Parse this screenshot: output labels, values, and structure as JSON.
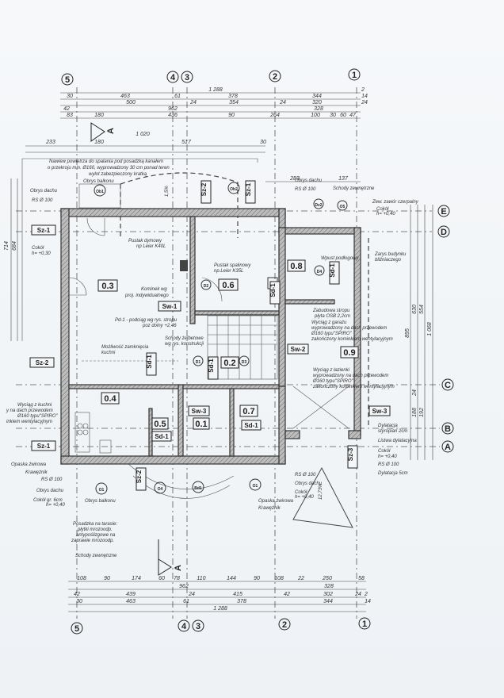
{
  "axes": {
    "a5": "5",
    "a4": "4",
    "a3": "3",
    "a2": "2",
    "a1": "1",
    "aE": "E",
    "aD": "D",
    "aC": "C",
    "aB": "B",
    "aA": "A"
  },
  "section_marker": "A",
  "dims_top": {
    "r1": [
      "1 288",
      "2"
    ],
    "r2": [
      "30",
      "463",
      "61",
      "378",
      "344",
      "14"
    ],
    "r3": [
      "500",
      "24",
      "354",
      "24",
      "320",
      "24"
    ],
    "r4": [
      "42",
      "962",
      "328"
    ],
    "r5": [
      "83",
      "180",
      "436",
      "90",
      "264",
      "100",
      "30",
      "60",
      "47"
    ],
    "r6": [
      "1 020"
    ],
    "r7": [
      "233",
      "180",
      "517",
      "30"
    ],
    "r8": [
      "283",
      "137"
    ]
  },
  "dims_bottom": {
    "b1": [
      "108",
      "90",
      "174",
      "60",
      "78",
      "110",
      "144",
      "90",
      "108",
      "22",
      "250",
      "58"
    ],
    "b2": [
      "962",
      "328"
    ],
    "b3": [
      "42",
      "439",
      "24",
      "415",
      "42",
      "302",
      "24",
      "2"
    ],
    "b4": [
      "30",
      "463",
      "61",
      "378",
      "344",
      "14"
    ],
    "b5": [
      "1 288"
    ]
  },
  "dims_side": {
    "left": [
      "714",
      "684"
    ],
    "right": [
      "895",
      "630",
      "554",
      "1 068",
      "188",
      "192",
      "24"
    ]
  },
  "rooms": [
    "0.3",
    "0.6",
    "0.8",
    "0.2",
    "0.9",
    "0.4",
    "0.5",
    "0.1",
    "0.7"
  ],
  "tags": {
    "sw1": "Sw-1",
    "sw2": "Sw-2",
    "sw3a": "Sw-3",
    "sw3b": "Sw-3",
    "sd1a": "Sd-1",
    "sd1b": "Sd-1",
    "sd1c": "Sd-1",
    "sd1d": "Sd-1",
    "sd1e": "Sd-1",
    "sd1f": "Sd-1",
    "sz1a": "Sz-1",
    "sz2a": "Sz-2",
    "sz1b": "Sz-1",
    "sz2b": "Sz-2",
    "sz2c": "Sz-2",
    "sz1c": "Sz-1",
    "sz3": "Sz-3",
    "ob1": "Ob1",
    "ob2": "Ob2",
    "d1": "D1",
    "d2": "D2",
    "d3": "D3",
    "d4": "D4",
    "o1a": "O1",
    "o1b": "O1",
    "o4": "O4",
    "o5": "O5",
    "bd1": "Bd1",
    "dz2": "Dz2"
  },
  "notes": {
    "n1": "Nawiew powietrza do spalania pod posadzką kanałem",
    "n2": "o przekroju min. Ø160, wyprowadzony 30 cm ponad teren",
    "n3": "wylot zabezpieczony kratką",
    "obrys_balkonu": "Obrys balkonu",
    "obrys_dachu_l": "Obrys dachu",
    "rs_l": "RS Ø 100",
    "obrys_dachu_r": "Obrys dachu",
    "rs_r": "RS Ø 100",
    "schody_zew_top": "Schody zewnętrzne",
    "zawor": "Zew. zawór czerpalny",
    "cokol_r1": "Cokół",
    "cokol_r1h": "h= +0,40",
    "cokol_l": "Cokół",
    "cokol_lh": "h= +0,30",
    "pustak_dym": "Pustak dymowy",
    "pustak_dym2": "np Leier K40L",
    "pustak_spal": "Pustak spalinowy",
    "pustak_spal2": "np.Leier K35L",
    "kominek": "Kominek wg",
    "kominek2": "proj. indywidualnego",
    "pd1": "Pd-1 - podciąg wg rys. stropu",
    "pd1b": "poz dolny +2,46",
    "schody_zel": "Schody żelbetowe",
    "schody_zel2": "wg rys. konstrukcji",
    "mozliwosc": "Możliwość zamknięcia",
    "kuchni": "kuchni",
    "wpust": "Wpust podłogowy",
    "zarys": "Zarys budynku",
    "zarys2": "bliźniaczego",
    "zabudowa": "Zabudowa stropu",
    "zabudowa2": "płyta OSB 2,2cm",
    "wyciag_g1": "Wyciąg z garażu",
    "wyciag_g2": "wyprowadzony na dach przewodem",
    "wyciag_g3": "Ø160 typu\"SPIRO\"",
    "wyciag_g4": "zakończony kominkiem wentylacyjnym",
    "wyciag_l1": "Wyciąg z łazienki",
    "wyciag_l2": "wyprowadzony na dach przewodem",
    "wyciag_l3": "Ø160 typu\"SPIRO\"",
    "wyciag_l4": "zakończony kominkiem wentylacyjnym",
    "wyciag_k1": "Wyciąg z kuchni",
    "wyciag_k2": "y na dach przewodem",
    "wyciag_k3": "Ø160 typu\"SPIRO\"",
    "wyciag_k4": "inkiem wentylacyjnym",
    "dylatacja_s": "Dylatacja",
    "dylatacja_s2": "styropian 2cm",
    "listwa": "Listwa dylatacyjna",
    "cokol_r2": "Cokół",
    "cokol_r2h": "h= +0,40",
    "rs_r2": "RS Ø 100",
    "dylatacja5": "Dylatacja 5cm",
    "opaska_l": "Opaska żwirowa",
    "kraweznik_l": "Krawężnik",
    "rs_bl": "RS Ø 100",
    "obrys_dachu_bl": "Obrys dachu",
    "cokol_bl": "Cokół gr. 6cm",
    "cokol_blh": "h= +0,40",
    "obrys_balkonu_b": "Obrys balkonu",
    "posadzka1": "Posadzka na tarasie:",
    "posadzka2": "płytki mrozoodp.",
    "posadzka3": "antypoślizgowe na",
    "posadzka4": "zaprawie mrozoodp.",
    "schody_zew_b": "Schody zewnętrzne",
    "rs_br": "RS Ø 100",
    "obrys_dachu_br": "Obrys dachu",
    "cokol_br": "Cokół",
    "cokol_brh": "h= +0,40",
    "opaska_r": "Opaska żwirowa",
    "kraweznik_r": "Krawężnik",
    "slope": "12,73%",
    "slope2": "1,5%"
  }
}
